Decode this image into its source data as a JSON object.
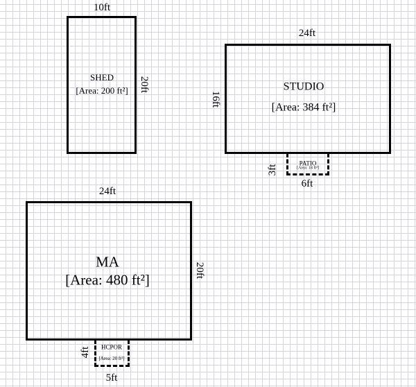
{
  "rooms": {
    "shed": {
      "name": "SHED",
      "area": "[Area: 200 ft²]",
      "width": "10ft",
      "height": "20ft"
    },
    "studio": {
      "name": "STUDIO",
      "area": "[Area: 384 ft²]",
      "width": "24ft",
      "height": "16ft"
    },
    "patio": {
      "name": "PATIO",
      "area": "[Area: 18 ft²]",
      "width": "6ft",
      "height": "3ft"
    },
    "ma": {
      "name": "MA",
      "area": "[Area: 480 ft²]",
      "width": "24ft",
      "height": "20ft"
    },
    "hcpor": {
      "name": "HCPOR",
      "area": "[Area: 20 ft²]",
      "width": "5ft",
      "height": "4ft"
    }
  }
}
